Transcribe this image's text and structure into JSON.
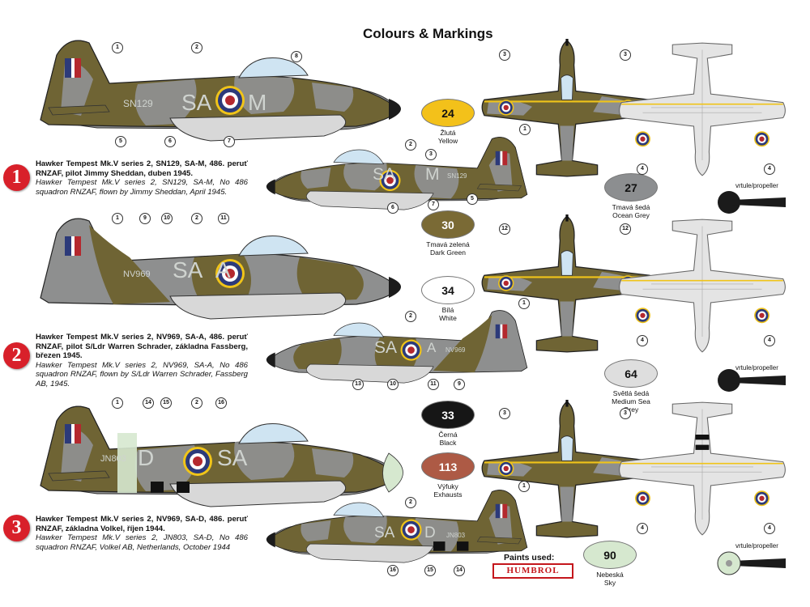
{
  "title": "Colours & Markings",
  "schemes": [
    {
      "number": "1",
      "title_cz": "Hawker Tempest Mk.V series 2, SN129, SA-M, 486. peruť RNZAF, pilot Jimmy Sheddan, duben 1945.",
      "title_en": "Hawker Tempest Mk.V series 2, SN129, SA-M, No 486 squadron RNZAF, flown by Jimmy Sheddan, April 1945.",
      "serial": "SN129",
      "code_left": "SA",
      "code_right": "M",
      "small_serial": "SN129",
      "small_left": "SA",
      "small_right": "M"
    },
    {
      "number": "2",
      "title_cz": "Hawker Tempest Mk.V series 2, NV969, SA-A, 486. peruť RNZAF, pilot S/Ldr Warren Schrader, základna Fassberg, březen 1945.",
      "title_en": "Hawker Tempest Mk.V series 2, NV969, SA-A, No 486 squadron RNZAF, flown by S/Ldr Warren Schrader, Fassberg AB, 1945.",
      "serial": "NV969",
      "code_left": "SA",
      "code_right": "A",
      "small_serial": "NV969",
      "small_left": "SA",
      "small_right": "A"
    },
    {
      "number": "3",
      "title_cz": "Hawker Tempest Mk.V series 2, NV969, SA-D, 486. peruť RNZAF, základna Volkel, říjen 1944.",
      "title_en": "Hawker Tempest Mk.V series 2, JN803, SA-D, No 486 squadron RNZAF, Volkel AB, Netherlands, October 1944",
      "serial": "JN803",
      "code_left": "D",
      "code_right": "SA",
      "small_serial": "JN803",
      "small_left": "SA",
      "small_right": "D"
    }
  ],
  "paints": [
    {
      "code": "24",
      "cz": "Žlutá",
      "en": "Yellow",
      "color": "#f3c11a",
      "text": "#111"
    },
    {
      "code": "27",
      "cz": "Tmavá šedá",
      "en": "Ocean Grey",
      "color": "#8c8e90",
      "text": "#111"
    },
    {
      "code": "30",
      "cz": "Tmavá zelená",
      "en": "Dark Green",
      "color": "#7a6a35",
      "text": "#fff"
    },
    {
      "code": "34",
      "cz": "Bílá",
      "en": "White",
      "color": "#ffffff",
      "text": "#111"
    },
    {
      "code": "64",
      "cz": "Světlá šedá",
      "en": "Medium Sea Grey",
      "color": "#dedede",
      "text": "#111"
    },
    {
      "code": "33",
      "cz": "Černá",
      "en": "Black",
      "color": "#161616",
      "text": "#fff"
    },
    {
      "code": "113",
      "cz": "Výfuky",
      "en": "Exhausts",
      "color": "#ad5a45",
      "text": "#fff"
    },
    {
      "code": "90",
      "cz": "Nebeská",
      "en": "Sky",
      "color": "#d6e8cf",
      "text": "#111"
    }
  ],
  "propeller_label": "vrtule/propeller",
  "footer": {
    "paints_used": "Paints used:",
    "brand": "HUMBROL"
  },
  "callouts": {
    "s1_big": [
      "1",
      "2",
      "8",
      "5",
      "6",
      "7"
    ],
    "s1_small": [
      "1",
      "2",
      "3",
      "6",
      "7",
      "5"
    ],
    "s2_big": [
      "1",
      "9",
      "10",
      "2",
      "11"
    ],
    "s2_small": [
      "1",
      "2",
      "13",
      "10",
      "11",
      "9"
    ],
    "s3_big": [
      "1",
      "14",
      "15",
      "2",
      "16"
    ],
    "s3_small": [
      "1",
      "2",
      "16",
      "15",
      "14"
    ],
    "top_views": [
      "3",
      "3",
      "12",
      "12",
      "3",
      "3"
    ],
    "bottom_views": [
      "4",
      "4",
      "4",
      "4",
      "4",
      "4"
    ]
  },
  "colors": {
    "camo_green": "#6f6434",
    "camo_grey": "#8e8f8f",
    "underside": "#d8d8d8",
    "sky_band": "#d6e8cf",
    "code_letters": "#cfd3cf",
    "roundel_blue": "#2c3a7a",
    "roundel_red": "#b4282e",
    "roundel_yellow": "#f0c419"
  }
}
